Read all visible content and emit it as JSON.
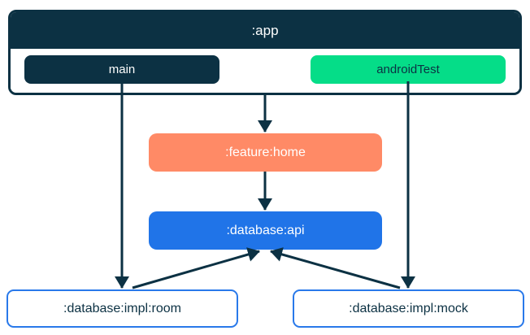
{
  "diagram": {
    "type": "module-dependency-graph",
    "background": "#FFFFFF",
    "arrow_color": "#0C3143",
    "nodes": {
      "app": {
        "label": ":app",
        "fill": "#0C3143",
        "text": "#FFFFFF"
      },
      "main": {
        "label": "main",
        "fill": "#0C3143",
        "text": "#FFFFFF"
      },
      "android_test": {
        "label": "androidTest",
        "fill": "#05DD88",
        "text": "#0C3143"
      },
      "feature_home": {
        "label": ":feature:home",
        "fill": "#FF8A66",
        "text": "#FFFFFF"
      },
      "database_api": {
        "label": ":database:api",
        "fill": "#2074E8",
        "text": "#FFFFFF"
      },
      "database_impl_room": {
        "label": ":database:impl:room",
        "fill": "#FFFFFF",
        "border": "#2979EA",
        "text": "#0C3143"
      },
      "database_impl_mock": {
        "label": ":database:impl:mock",
        "fill": "#FFFFFF",
        "border": "#2979EA",
        "text": "#0C3143"
      }
    },
    "edges": [
      {
        "from": ":app",
        "to": ":feature:home"
      },
      {
        "from": "main",
        "to": ":database:impl:room"
      },
      {
        "from": "androidTest",
        "to": ":database:impl:mock"
      },
      {
        "from": ":feature:home",
        "to": ":database:api"
      },
      {
        "from": ":database:impl:room",
        "to": ":database:api"
      },
      {
        "from": ":database:impl:mock",
        "to": ":database:api"
      }
    ]
  }
}
